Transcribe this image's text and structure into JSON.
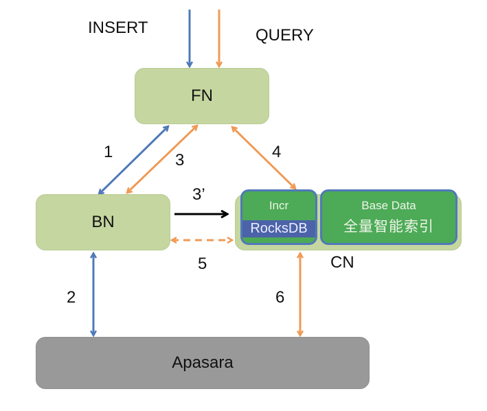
{
  "labels": {
    "insert": "INSERT",
    "query": "QUERY",
    "cn": "CN"
  },
  "nodes": {
    "fn": "FN",
    "bn": "BN",
    "apsara": "Apasara",
    "incr": {
      "title": "Incr",
      "sub": "RocksDB"
    },
    "base": {
      "title": "Base Data",
      "sub": "全量智能索引"
    }
  },
  "edges": {
    "e1": "1",
    "e2": "2",
    "e3": "3",
    "e3p": "3’",
    "e4": "4",
    "e5": "5",
    "e6": "6"
  },
  "colors": {
    "insert_flow": "#4f79b8",
    "query_flow": "#ef9a55",
    "node_fill": "#c5d6a0",
    "cn_inner": "#4daa57",
    "storage": "#999999"
  }
}
